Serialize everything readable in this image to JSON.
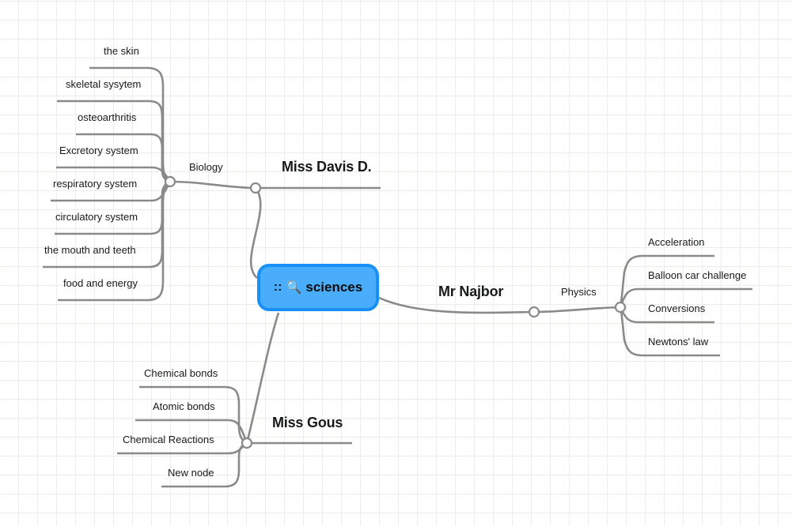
{
  "central": {
    "handle": "::",
    "icon": "magnifier-icon",
    "icon_glyph": "🔍",
    "title": "sciences",
    "fill_color": "#4aadfb",
    "border_color": "#1890f5"
  },
  "theme": {
    "grid_color": "#e9f1e5",
    "edge_color": "#8a8a8a",
    "text_color": "#18191a",
    "background": "#ffffff"
  },
  "branches": [
    {
      "teacher": "Miss Davis D.",
      "subject": "Biology",
      "children": [
        "the skin",
        "skeletal sysytem",
        "osteoarthritis",
        "Excretory system",
        "respiratory system",
        "circulatory system",
        "the mouth and teeth",
        "food and energy"
      ]
    },
    {
      "teacher": "Mr Najbor",
      "subject": "Physics",
      "children": [
        "Acceleration",
        "Balloon car challenge",
        "Conversions",
        "Newtons' law"
      ]
    },
    {
      "teacher": "Miss Gous",
      "subject": "",
      "children": [
        "Chemical bonds",
        "Atomic bonds",
        "Chemical Reactions",
        "New node"
      ]
    }
  ]
}
